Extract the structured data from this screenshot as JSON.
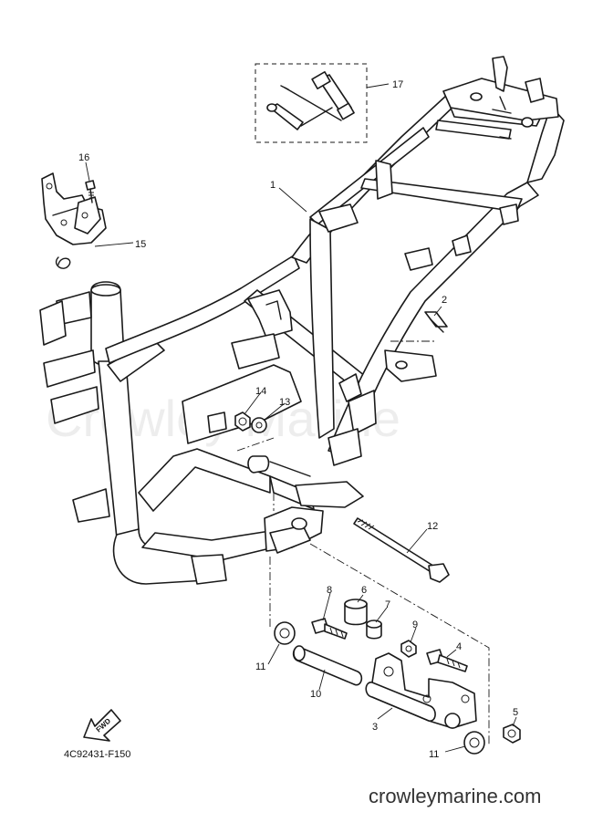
{
  "diagram": {
    "figure_code": "4C92431-F150",
    "watermark": "Crowley Marine",
    "site": "crowleymarine.com",
    "fwd_label": "FWD",
    "callouts": [
      {
        "num": "1",
        "part": "frame"
      },
      {
        "num": "2",
        "part": "bracket"
      },
      {
        "num": "3",
        "part": "engine-bracket"
      },
      {
        "num": "4",
        "part": "bolt"
      },
      {
        "num": "5",
        "part": "nut"
      },
      {
        "num": "6",
        "part": "bushing"
      },
      {
        "num": "7",
        "part": "collar"
      },
      {
        "num": "8",
        "part": "bolt"
      },
      {
        "num": "9",
        "part": "nut"
      },
      {
        "num": "10",
        "part": "collar"
      },
      {
        "num": "11",
        "part": "damper"
      },
      {
        "num": "11",
        "part": "damper"
      },
      {
        "num": "12",
        "part": "bolt"
      },
      {
        "num": "13",
        "part": "washer"
      },
      {
        "num": "14",
        "part": "nut"
      },
      {
        "num": "15",
        "part": "bracket"
      },
      {
        "num": "16",
        "part": "bolt"
      },
      {
        "num": "17",
        "part": "tool-kit"
      }
    ]
  }
}
